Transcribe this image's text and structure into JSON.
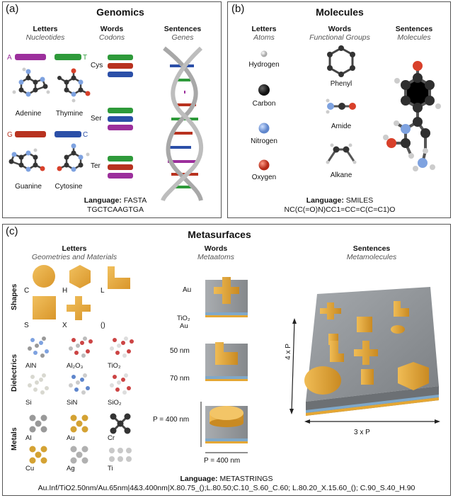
{
  "panel_a": {
    "label": "(a)",
    "title": "Genomics",
    "letters": {
      "head": "Letters",
      "sub": "Nucleotides"
    },
    "words": {
      "head": "Words",
      "sub": "Codons"
    },
    "sentences": {
      "head": "Sentences",
      "sub": "Genes"
    },
    "nucleotides": [
      {
        "letter": "A",
        "name": "Adenine",
        "color": "#9c2f9c"
      },
      {
        "letter": "T",
        "name": "Thymine",
        "color": "#2e9a3a"
      },
      {
        "letter": "G",
        "name": "Guanine",
        "color": "#b8321f"
      },
      {
        "letter": "C",
        "name": "Cytosine",
        "color": "#2b4fa8"
      }
    ],
    "codons": [
      "Cys",
      "Ser",
      "Ter"
    ],
    "language_label": "Language:",
    "language_name": "FASTA",
    "sequence": "TGCTCAAGTGA"
  },
  "panel_b": {
    "label": "(b)",
    "title": "Molecules",
    "letters": {
      "head": "Letters",
      "sub": "Atoms"
    },
    "words": {
      "head": "Words",
      "sub": "Functional Groups"
    },
    "sentences": {
      "head": "Sentences",
      "sub": "Molecules"
    },
    "atoms": [
      {
        "name": "Hydrogen",
        "color": "#c8c8c8"
      },
      {
        "name": "Carbon",
        "color": "#2a2a2a"
      },
      {
        "name": "Nitrogen",
        "color": "#7ea2e0"
      },
      {
        "name": "Oxygen",
        "color": "#d8402a"
      }
    ],
    "groups": [
      "Phenyl",
      "Amide",
      "Alkane"
    ],
    "language_label": "Language:",
    "language_name": "SMILES",
    "sequence": "NC(C(=O)N)CC1=CC=C(C=C1)O"
  },
  "panel_c": {
    "label": "(c)",
    "title": "Metasurfaces",
    "letters": {
      "head": "Letters",
      "sub": "Geometries and Materials"
    },
    "words": {
      "head": "Words",
      "sub": "Metaatoms"
    },
    "sentences": {
      "head": "Sentences",
      "sub": "Metamolecules"
    },
    "side_labels": {
      "shapes": "Shapes",
      "dielectrics": "Dielectrics",
      "metals": "Metals"
    },
    "shapes": [
      "C",
      "H",
      "L",
      "S",
      "X",
      "()"
    ],
    "dielectrics": [
      "AlN",
      "Al₂O₃",
      "TiO₂",
      "Si",
      "SiN",
      "SiO₂"
    ],
    "metals": [
      "Al",
      "Au",
      "Cr",
      "Cu",
      "Ag",
      "Ti"
    ],
    "metaatom_labels": {
      "au": "Au",
      "tio2": "TiO₂",
      "au_bottom": "Au",
      "h50": "50 nm",
      "h70": "70 nm",
      "p_left": "P = 400 nm",
      "p_bottom": "P = 400 nm"
    },
    "metamolecule_labels": {
      "height": "4 x P",
      "width": "3 x P"
    },
    "language_label": "Language:",
    "language_name": "METASTRINGS",
    "sequence": "Au.Inf/TiO2.50nm/Au.65nm|4&3.400nm|X.80.75_();L.80.50;C.10_S.60_C.60; L.80.20_X.15.60_(); C.90_S.40_H.90",
    "colors": {
      "gold": "#e5a734",
      "substrate": "#8f9296",
      "tio2": "#7fa8c9"
    }
  }
}
